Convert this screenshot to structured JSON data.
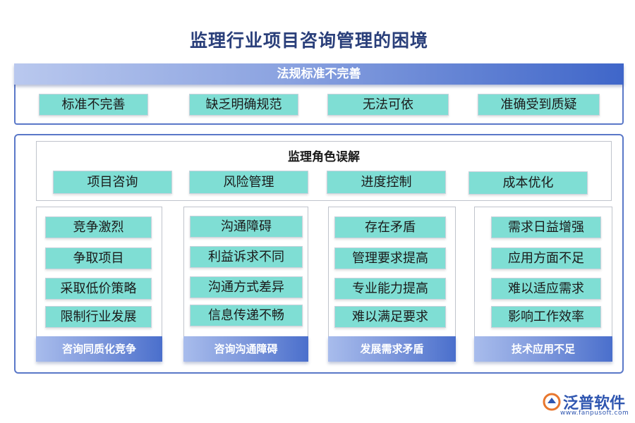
{
  "title": "监理行业项目咨询管理的困境",
  "section1": {
    "banner": "法规标准不完善",
    "items": [
      "标准不完善",
      "缺乏明确规范",
      "无法可依",
      "准确受到质疑"
    ]
  },
  "section2": {
    "title": "监理角色误解",
    "roles": [
      "项目咨询",
      "风险管理",
      "进度控制",
      "成本优化"
    ],
    "columns": [
      {
        "items": [
          "竞争激烈",
          "争取项目",
          "采取低价策略",
          "限制行业发展"
        ],
        "footer": "咨询同质化竞争"
      },
      {
        "items": [
          "沟通障碍",
          "利益诉求不同",
          "沟通方式差异",
          "信息传递不畅"
        ],
        "footer": "咨询沟通障碍"
      },
      {
        "items": [
          "存在矛盾",
          "管理要求提高",
          "专业能力提高",
          "难以满足要求"
        ],
        "footer": "发展需求矛盾"
      },
      {
        "items": [
          "需求日益增强",
          "应用方面不足",
          "难以适应需求",
          "影响工作效率"
        ],
        "footer": "技术应用不足"
      }
    ]
  },
  "logo": {
    "name": "泛普软件",
    "url": "www.fanpusoft.com"
  },
  "colors": {
    "teal": "#7fded4",
    "border": "#5a78c8",
    "title": "#2a3f7a"
  }
}
